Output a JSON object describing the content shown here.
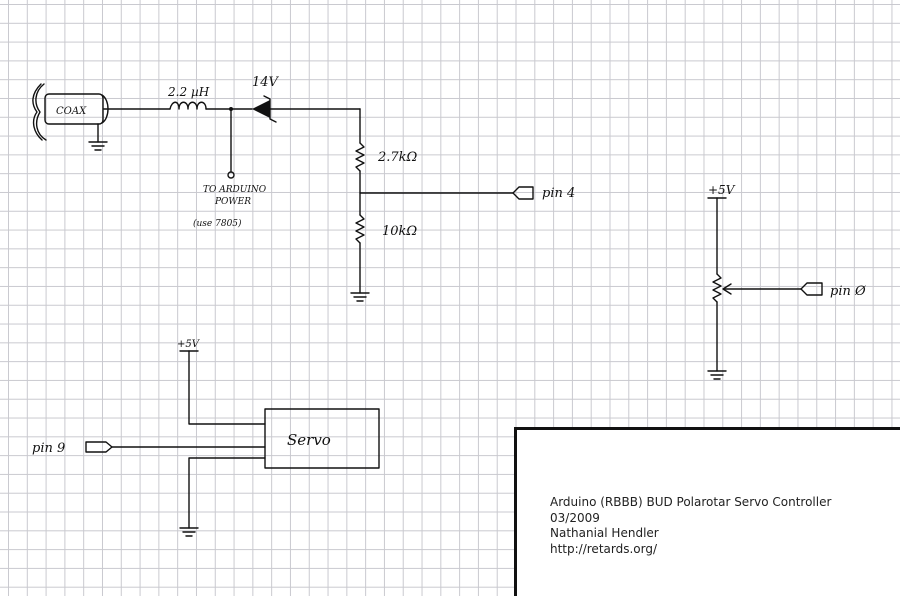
{
  "labels": {
    "coax": "COAX",
    "inductor": "2.2 µH",
    "diode": "14V",
    "arduino_power_1": "TO ARDUINO",
    "arduino_power_2": "POWER",
    "arduino_power_3": "(use 7805)",
    "r1": "2.7kΩ",
    "r2": "10kΩ",
    "pin4": "pin 4",
    "vcc_pot": "+5V",
    "pin0": "pin Ø",
    "vcc_servo": "+5V",
    "servo": "Servo",
    "pin9": "pin 9"
  },
  "title_block": {
    "title": "Arduino (RBBB) BUD Polarotar Servo Controller",
    "date": "03/2009",
    "author": "Nathanial Hendler",
    "url": "http://retards.org/"
  }
}
